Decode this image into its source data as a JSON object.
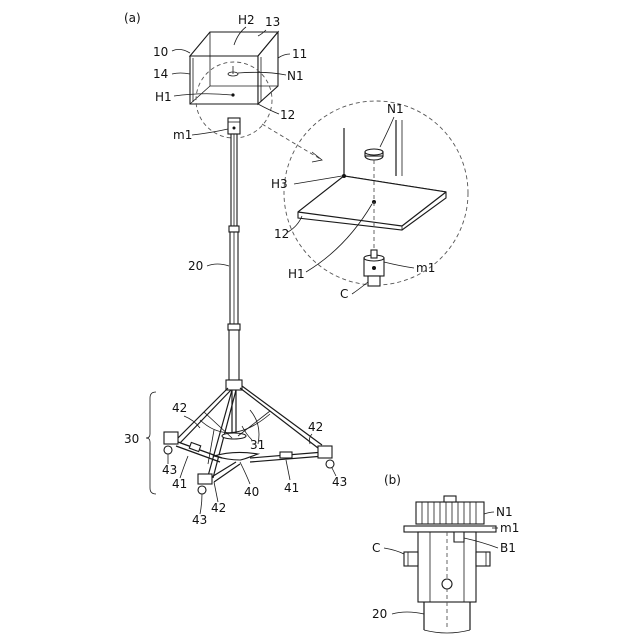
{
  "panels": {
    "a": "(a)",
    "b": "(b)"
  },
  "labels": {
    "H2": "H2",
    "l13": "13",
    "l10": "10",
    "l11": "11",
    "l14": "14",
    "N1_box": "N1",
    "H1_box": "H1",
    "l12_box": "12",
    "m1_top": "m1",
    "l20": "20",
    "N1_detail": "N1",
    "H3": "H3",
    "l12_detail": "12",
    "H1_detail": "H1",
    "m1_detail": "m1",
    "C_detail": "C",
    "l30": "30",
    "l42a": "42",
    "l42b": "42",
    "l42c": "42",
    "l31": "31",
    "l43a": "43",
    "l43b": "43",
    "l43c": "43",
    "l41a": "41",
    "l41b": "41",
    "l40": "40",
    "N1_b": "N1",
    "m1_b": "m1",
    "C_b": "C",
    "B1": "B1",
    "l20_b": "20"
  }
}
